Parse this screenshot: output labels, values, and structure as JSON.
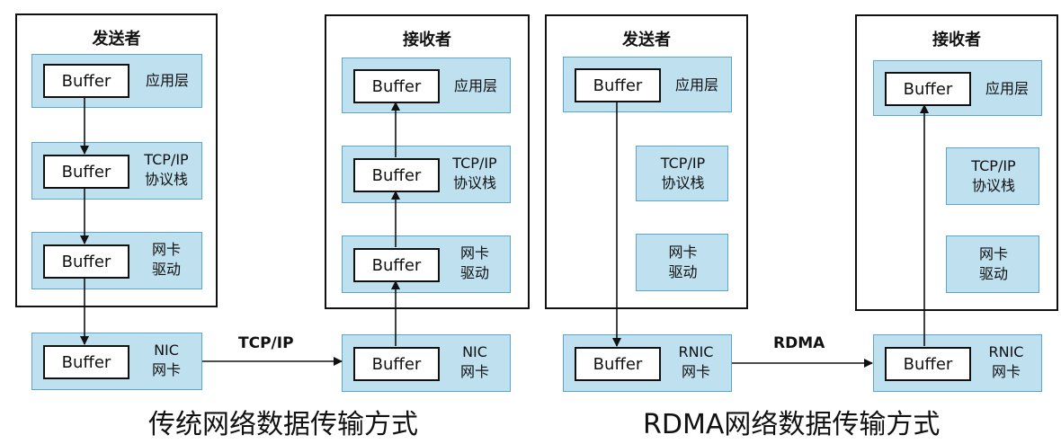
{
  "traditional": {
    "sender": {
      "title": "发送者",
      "app_buffer": "Buffer",
      "app_label": "应用层",
      "tcp_buffer": "Buffer",
      "tcp_label_1": "TCP/IP",
      "tcp_label_2": "协议栈",
      "drv_buffer": "Buffer",
      "drv_label_1": "网卡",
      "drv_label_2": "驱动",
      "nic_buffer": "Buffer",
      "nic_label_1": "NIC",
      "nic_label_2": "网卡"
    },
    "receiver": {
      "title": "接收者",
      "app_buffer": "Buffer",
      "app_label": "应用层",
      "tcp_buffer": "Buffer",
      "tcp_label_1": "TCP/IP",
      "tcp_label_2": "协议栈",
      "drv_buffer": "Buffer",
      "drv_label_1": "网卡",
      "drv_label_2": "驱动",
      "nic_buffer": "Buffer",
      "nic_label_1": "NIC",
      "nic_label_2": "网卡"
    },
    "link_label": "TCP/IP",
    "caption": "传统网络数据传输方式"
  },
  "rdma": {
    "sender": {
      "title": "发送者",
      "app_buffer": "Buffer",
      "app_label": "应用层",
      "tcp_label_1": "TCP/IP",
      "tcp_label_2": "协议栈",
      "drv_label_1": "网卡",
      "drv_label_2": "驱动",
      "nic_buffer": "Buffer",
      "nic_label_1": "RNIC",
      "nic_label_2": "网卡"
    },
    "receiver": {
      "title": "接收者",
      "app_buffer": "Buffer",
      "app_label": "应用层",
      "tcp_label_1": "TCP/IP",
      "tcp_label_2": "协议栈",
      "drv_label_1": "网卡",
      "drv_label_2": "驱动",
      "nic_buffer": "Buffer",
      "nic_label_1": "RNIC",
      "nic_label_2": "网卡"
    },
    "link_label": "RDMA",
    "caption": "RDMA网络数据传输方式"
  }
}
